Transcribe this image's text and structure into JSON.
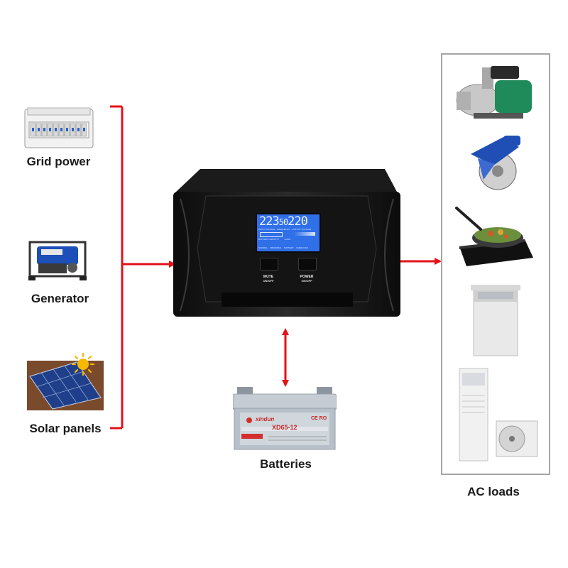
{
  "sources": {
    "grid": {
      "label": "Grid power",
      "icon": "breaker-panel-icon"
    },
    "generator": {
      "label": "Generator",
      "icon": "generator-icon"
    },
    "solar": {
      "label": "Solar panels",
      "icon": "solar-panel-icon"
    }
  },
  "inverter": {
    "display": {
      "digits_input": "223",
      "digits_freq": "50",
      "digits_output": "220",
      "label_input": "INPUT VOLTAGE",
      "label_freq": "FREQUENCY",
      "label_output": "OUTPUT VOLTAGE",
      "label_battery": "BATTERY CAPACITY",
      "label_load": "LOAD",
      "label_normal": "NORMAL",
      "label_abnormal": "ABNORMAL",
      "label_bat": "BATTERY",
      "label_overload": "OVERLOAD"
    },
    "mute": {
      "label": "MUTE",
      "sub": "ON/OFF"
    },
    "power": {
      "label": "POWER",
      "sub": "ON/OFF"
    }
  },
  "battery": {
    "label": "Batteries",
    "brand": "xindun",
    "model": "XD65-12",
    "cert": "CE RO"
  },
  "loads": {
    "label": "AC loads",
    "items": [
      "water-pump-icon",
      "circular-saw-icon",
      "induction-cooker-icon",
      "washing-machine-icon",
      "air-conditioner-icon"
    ]
  },
  "colors": {
    "arrow": "#e4111a",
    "load_border": "#a6a6a6",
    "lcd": "#2f6fe8"
  }
}
